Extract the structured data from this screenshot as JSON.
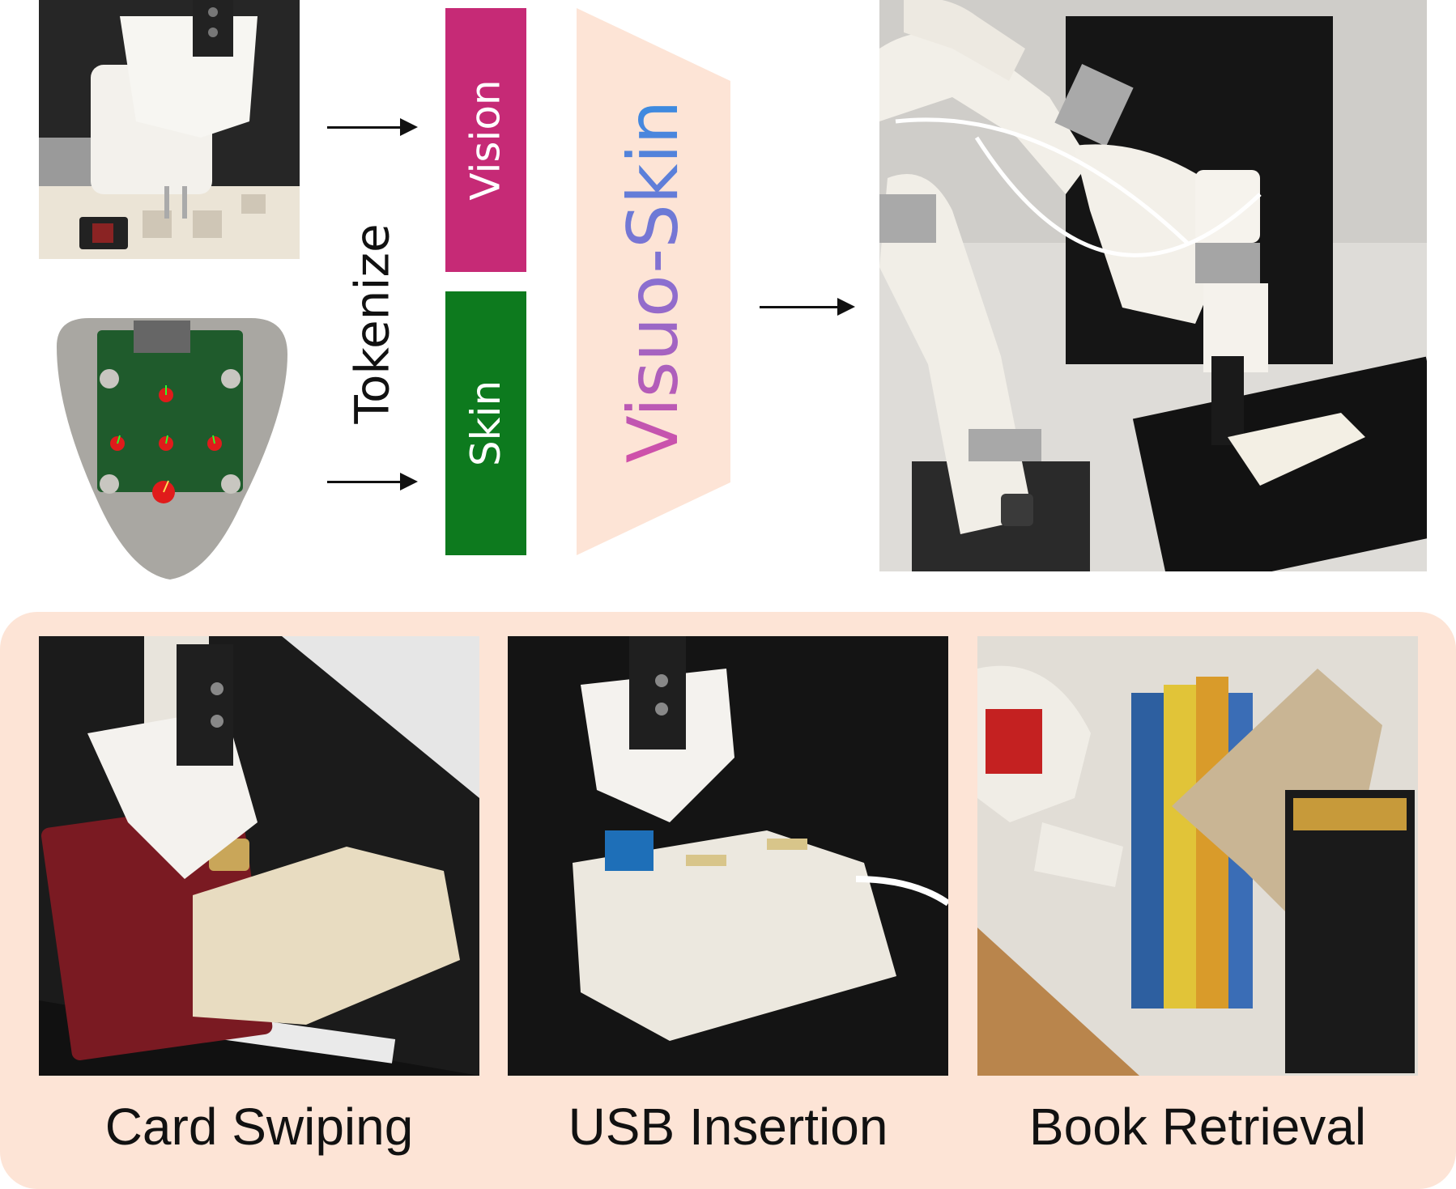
{
  "flow": {
    "tokenize_label": "Tokenize",
    "tokens": [
      {
        "label": "Vision",
        "color": "#c62a76"
      },
      {
        "label": "Skin",
        "color": "#0d7a1e"
      }
    ],
    "model_label": "Visuo-Skin",
    "model_fill": "#fde4d6",
    "model_text_gradient": [
      "#d14fa8",
      "#3b8be0"
    ]
  },
  "tasks": [
    {
      "caption": "Card Swiping"
    },
    {
      "caption": "USB Insertion"
    },
    {
      "caption": "Book Retrieval"
    }
  ],
  "colors": {
    "panel_background": "#fde4d6",
    "arrow": "#111111"
  }
}
